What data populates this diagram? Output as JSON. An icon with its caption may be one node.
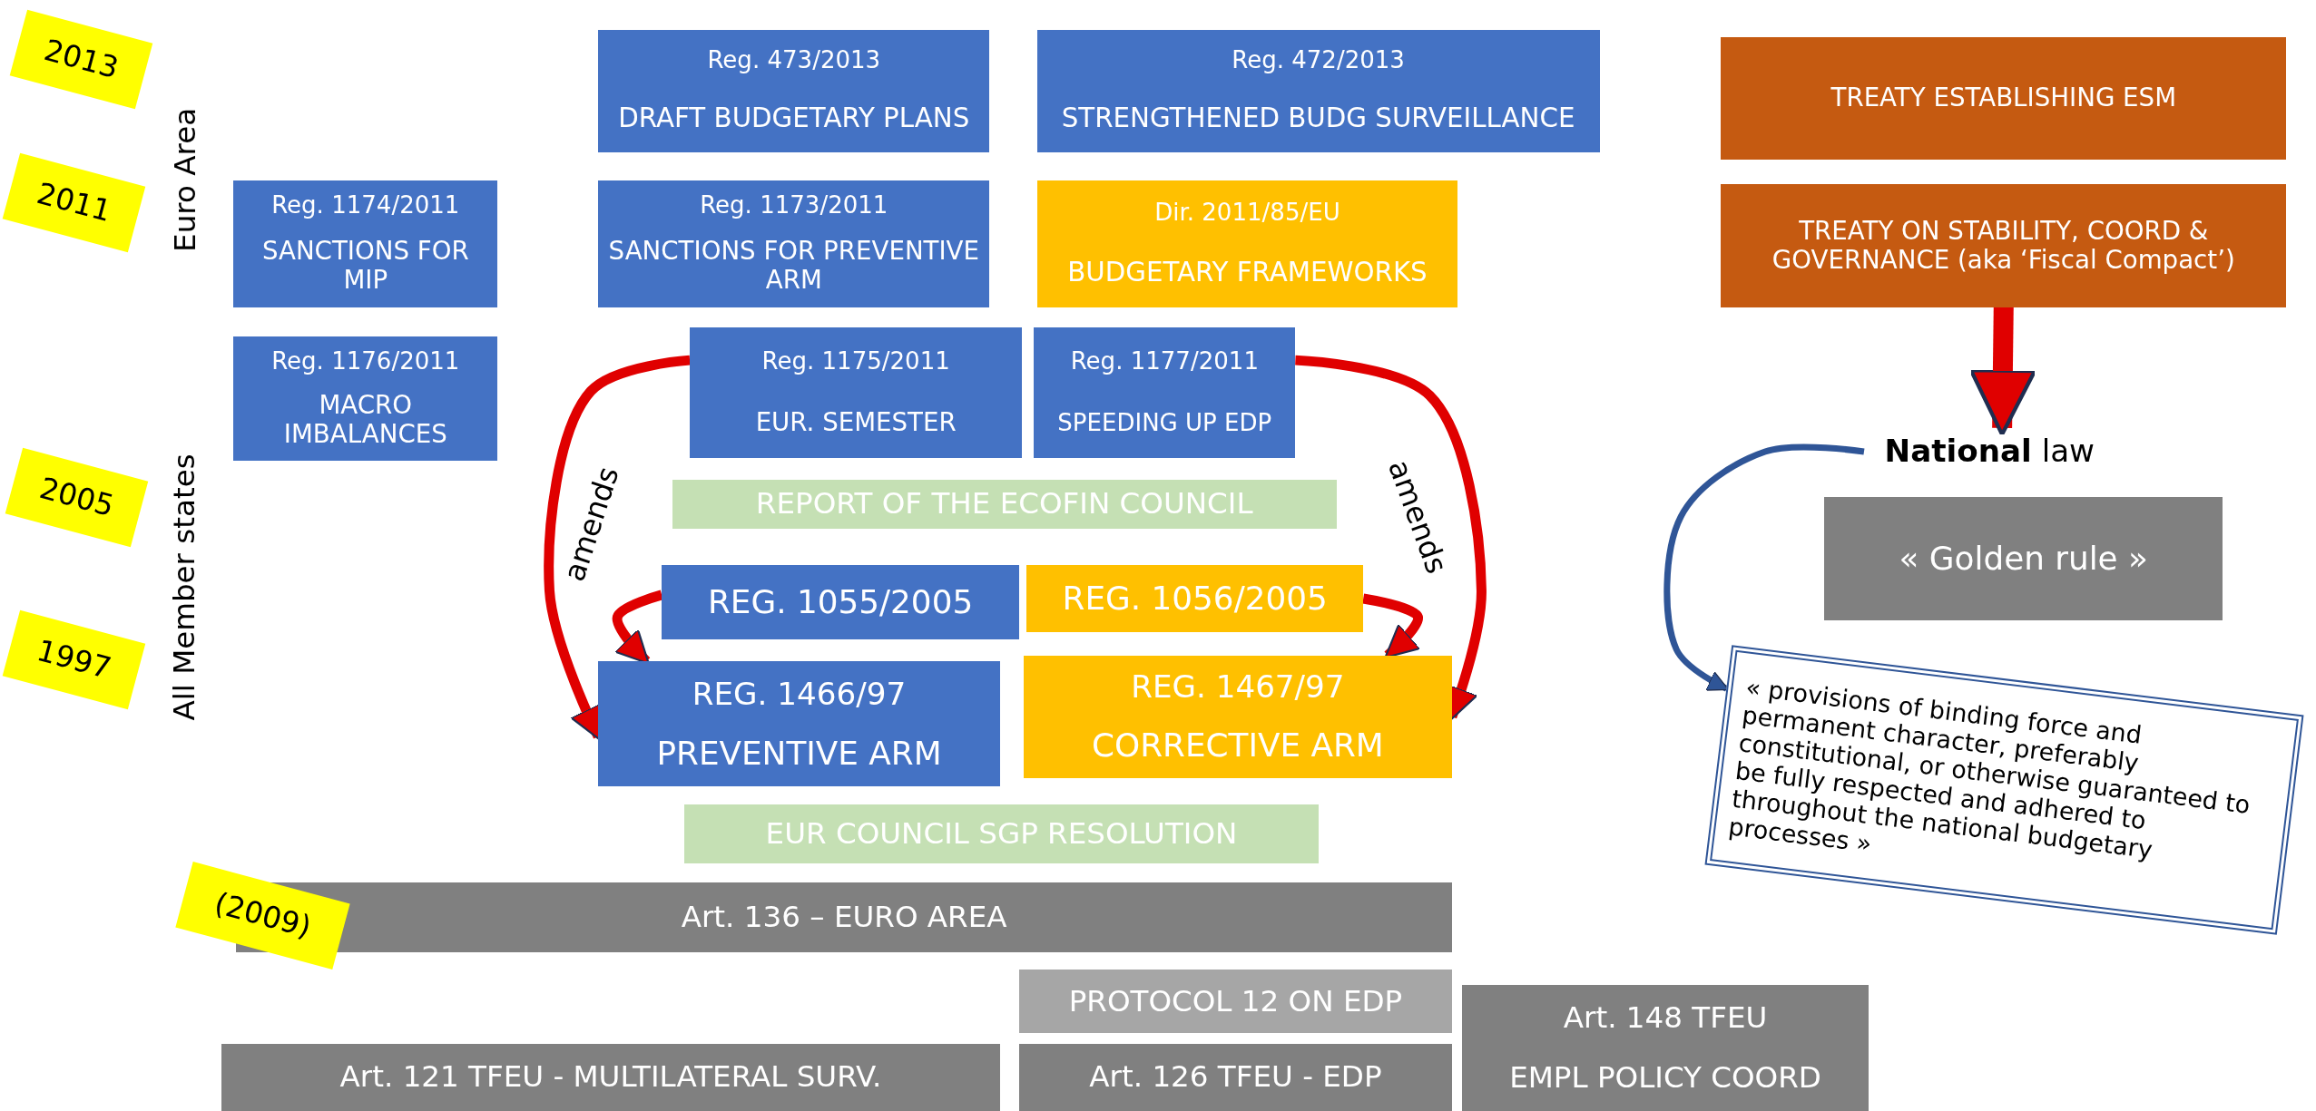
{
  "diagram": {
    "nodes": [
      {
        "text": [
          "Reg. 473/2013",
          "DRAFT BUDGETARY PLANS"
        ]
      },
      {
        "text": [
          "Reg. 472/2013",
          "STRENGTHENED BUDG SURVEILLANCE"
        ]
      },
      {
        "text": [
          "TREATY ESTABLISHING ESM"
        ]
      },
      {
        "text": [
          "Reg. 1174/2011",
          "SANCTIONS FOR MIP"
        ]
      },
      {
        "text": [
          "Reg. 1173/2011",
          "SANCTIONS FOR PREVENTIVE ARM"
        ]
      },
      {
        "text": [
          "Dir. 2011/85/EU",
          "BUDGETARY FRAMEWORKS"
        ]
      },
      {
        "text": [
          "TREATY ON STABILITY, COORD & GOVERNANCE (aka ‘Fiscal Compact’)"
        ]
      },
      {
        "text": [
          "Reg. 1176/2011",
          "MACRO IMBALANCES"
        ]
      },
      {
        "text": [
          "Reg. 1175/2011",
          "EUR. SEMESTER"
        ]
      },
      {
        "text": [
          "Reg. 1177/2011",
          "SPEEDING UP EDP"
        ]
      },
      {
        "text": [
          "**National** law"
        ]
      },
      {
        "text": [
          "REPORT OF THE ECOFIN COUNCIL"
        ]
      },
      {
        "text": [
          "« Golden rule »"
        ]
      },
      {
        "text": [
          "REG. 1055/2005"
        ]
      },
      {
        "text": [
          "REG. 1056/2005"
        ]
      },
      {
        "text": [
          "« provisions of binding force and permanent character, preferably constitutional, or otherwise guaranteed to be fully respected and adhered to throughout the national budgetary processes »"
        ]
      },
      {
        "text": [
          "REG. 1466/97",
          "PREVENTIVE ARM"
        ]
      },
      {
        "text": [
          "REG. 1467/97",
          "CORRECTIVE ARM"
        ]
      },
      {
        "text": [
          "EUR COUNCIL SGP RESOLUTION"
        ]
      },
      {
        "text": [
          "Art. 136 – EURO AREA"
        ]
      },
      {
        "text": [
          "PROTOCOL 12 ON EDP"
        ]
      },
      {
        "text": [
          "Art. 148 TFEU",
          "EMPL POLICY COORD"
        ]
      },
      {
        "text": [
          "Art. 121 TFEU - MULTILATERAL SURV."
        ]
      },
      {
        "text": [
          "Art. 126 TFEU - EDP"
        ]
      }
    ],
    "edges": [
      {
        "from": 8,
        "to": 16,
        "arrow": "to",
        "label": "amends"
      },
      {
        "from": 13,
        "to": 16,
        "arrow": "to"
      },
      {
        "from": 9,
        "to": 17,
        "arrow": "to",
        "label": "amends"
      },
      {
        "from": 14,
        "to": 17,
        "arrow": "to"
      },
      {
        "from": 6,
        "to": 10,
        "arrow": "to",
        "style": "thick"
      },
      {
        "from": 10,
        "to": 15,
        "arrow": "to",
        "color": "#2f5597"
      }
    ],
    "labels": [
      "2013",
      "Euro Area",
      "2011",
      "2005",
      "All Member states",
      "1997",
      "(2009)"
    ]
  }
}
